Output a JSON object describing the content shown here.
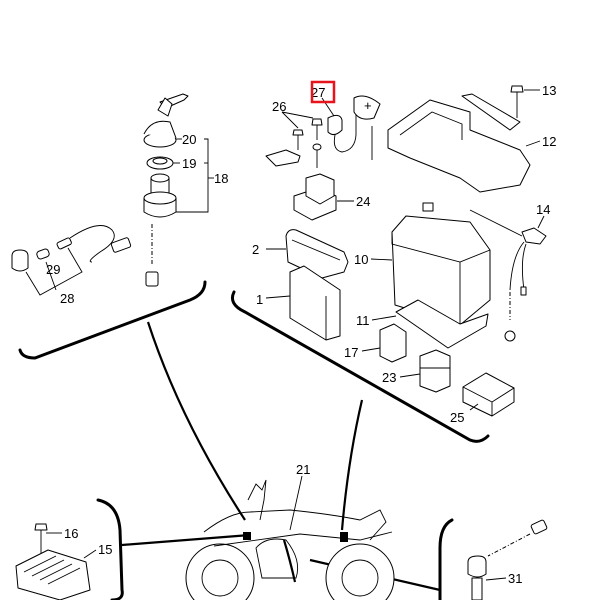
{
  "diagram": {
    "title": "Electrical parts exploded view",
    "highlight_color": "#e8141c",
    "highlighted_callout": "27",
    "callouts": [
      {
        "id": "c1",
        "label": "1",
        "part": "ecu-module"
      },
      {
        "id": "c2",
        "label": "2",
        "part": "ecu-cover"
      },
      {
        "id": "c10",
        "label": "10",
        "part": "battery"
      },
      {
        "id": "c11",
        "label": "11",
        "part": "battery-pad"
      },
      {
        "id": "c12",
        "label": "12",
        "part": "battery-box"
      },
      {
        "id": "c13",
        "label": "13",
        "part": "bolt"
      },
      {
        "id": "c14",
        "label": "14",
        "part": "negative-lead"
      },
      {
        "id": "c15",
        "label": "15",
        "part": "rectifier-regulator"
      },
      {
        "id": "c16",
        "label": "16",
        "part": "bolt"
      },
      {
        "id": "c17",
        "label": "17",
        "part": "relay"
      },
      {
        "id": "c18",
        "label": "18",
        "part": "main-switch-assembly"
      },
      {
        "id": "c19",
        "label": "19",
        "part": "nut"
      },
      {
        "id": "c20",
        "label": "20",
        "part": "switch-cap"
      },
      {
        "id": "c21",
        "label": "21",
        "part": "wire-harness"
      },
      {
        "id": "c23",
        "label": "23",
        "part": "relay"
      },
      {
        "id": "c24",
        "label": "24",
        "part": "starter-relay"
      },
      {
        "id": "c25",
        "label": "25",
        "part": "pad"
      },
      {
        "id": "c26",
        "label": "26",
        "part": "bolt"
      },
      {
        "id": "c27",
        "label": "27",
        "part": "positive-lead-cap"
      },
      {
        "id": "c28",
        "label": "28",
        "part": "indicator-bulb-assy"
      },
      {
        "id": "c29",
        "label": "29",
        "part": "bulb"
      },
      {
        "id": "c31",
        "label": "31",
        "part": "sensor"
      }
    ],
    "symbols": {
      "plus": "+"
    }
  }
}
